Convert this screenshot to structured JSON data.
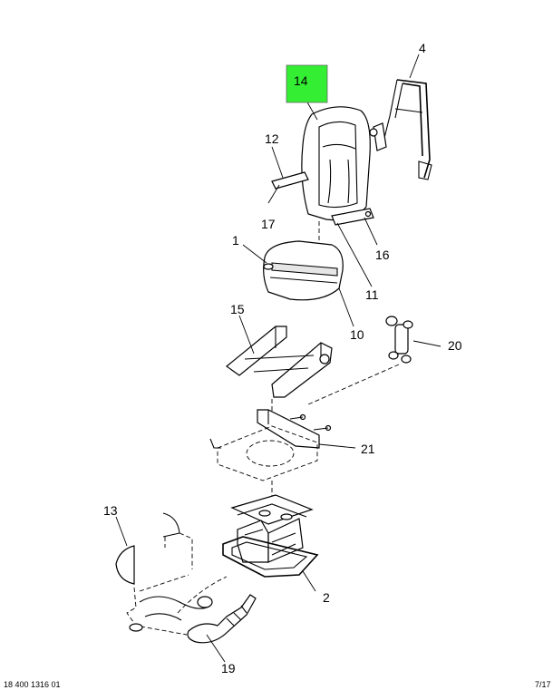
{
  "callouts": {
    "c1": "1",
    "c2": "2",
    "c4": "4",
    "c10": "10",
    "c11": "11",
    "c12": "12",
    "c13": "13",
    "c14": "14",
    "c15": "15",
    "c16": "16",
    "c17": "17",
    "c19": "19",
    "c20": "20",
    "c21": "21"
  },
  "highlight_color": "#33ee33",
  "footer": {
    "left": "18 400 1316 01",
    "right": "7/17"
  }
}
